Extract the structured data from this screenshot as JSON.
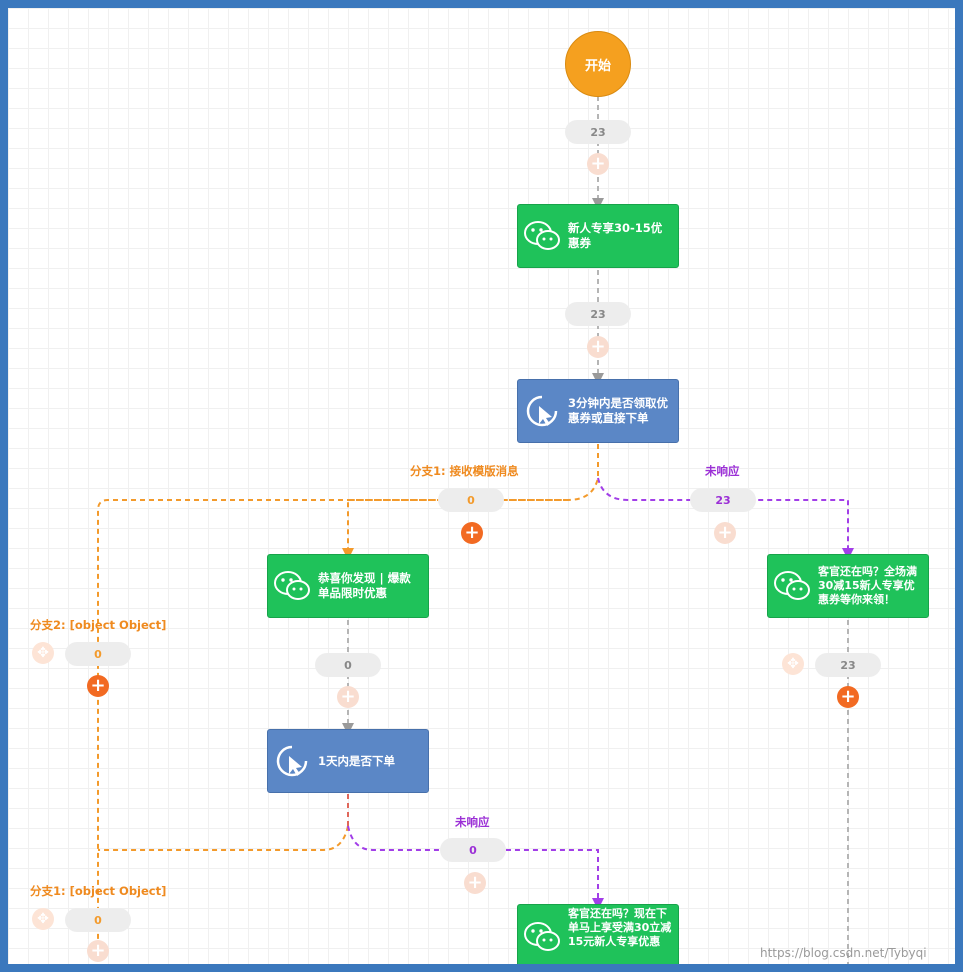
{
  "start": {
    "label": "开始"
  },
  "counts": {
    "c1": "23",
    "c2": "23",
    "c3": "0",
    "c4": "23",
    "c5": "0",
    "c6": "0",
    "c7": "23",
    "c8": "0",
    "c9": "0"
  },
  "nodes": {
    "n1": "新人专享30-15优惠券",
    "n2": "3分钟内是否领取优惠券或直接下单",
    "n3": "恭喜你发现 | 爆款单品限时优惠",
    "n4": "客官还在吗？全场满30减15新人专享优惠券等你来领！",
    "n5": "1天内是否下单",
    "n6": "客官还在吗？现在下单马上享受满30立减15元新人专享优惠"
  },
  "branches": {
    "b1": "分支1: 接收模版消息",
    "b2": "未响应",
    "b3": "分支2: [object Object]",
    "b4": "未响应",
    "b5": "分支1: [object Object]"
  },
  "colors": {
    "orange": "#f39a2b",
    "purple": "#a23ee8",
    "gray": "#b5b5b5",
    "wechat_green": "#1fc25a",
    "action_blue": "#5b87c6",
    "start": "#f5a01f",
    "frame": "#3b78bd"
  },
  "icons": {
    "plus": "+",
    "move": "✥"
  },
  "watermark": "https://blog.csdn.net/Tybyqi"
}
